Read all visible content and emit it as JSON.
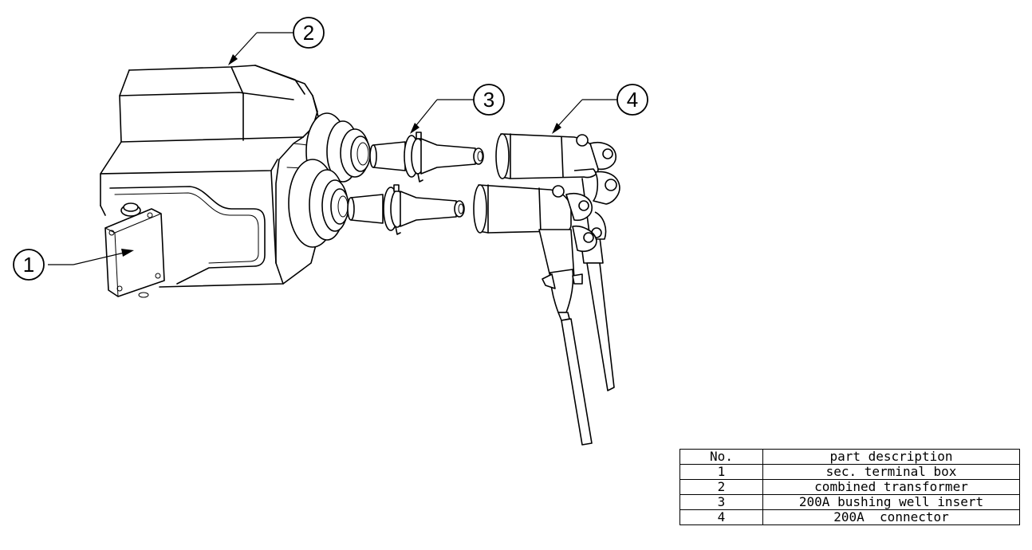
{
  "balloons": [
    {
      "id": "1",
      "label": "1"
    },
    {
      "id": "2",
      "label": "2"
    },
    {
      "id": "3",
      "label": "3"
    },
    {
      "id": "4",
      "label": "4"
    }
  ],
  "parts_table": {
    "headers": {
      "no": "No.",
      "description": "part description"
    },
    "rows": [
      {
        "no": "1",
        "description": "sec. terminal box"
      },
      {
        "no": "2",
        "description": "combined transformer"
      },
      {
        "no": "3",
        "description": "200A bushing well insert"
      },
      {
        "no": "4",
        "description": "200A  connector"
      }
    ]
  }
}
